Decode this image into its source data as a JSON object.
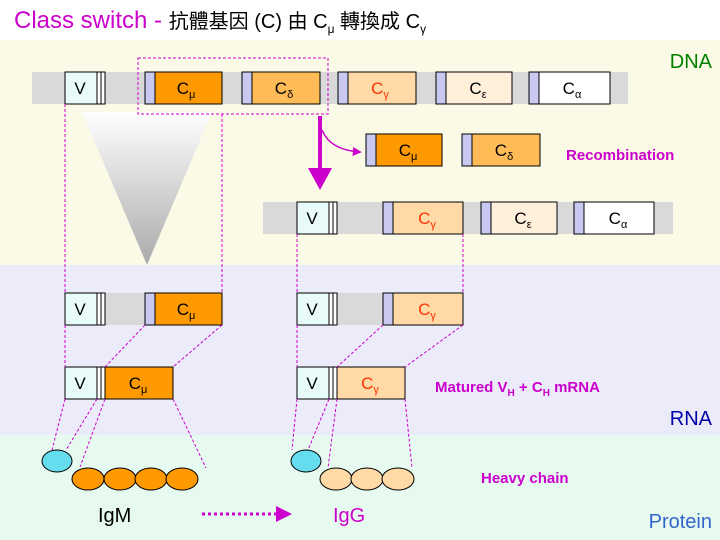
{
  "title": {
    "main": "Class switch - ",
    "cjk": "抗體基因 (C) 由 C",
    "mu": "μ",
    "mid": " 轉換成 C",
    "gamma": "γ"
  },
  "zones": {
    "dna": "DNA",
    "rna": "RNA",
    "protein": "Protein"
  },
  "labels": {
    "recombination": "Recombination",
    "matured_main": "Matured V",
    "matured_h1": "H",
    "matured_plus": " + C",
    "matured_h2": "H",
    "matured_tail": " mRNA",
    "heavy_chain": "Heavy chain",
    "igm": "IgM",
    "igg": "IgG"
  },
  "genes": {
    "v": "V",
    "c": "C",
    "mu": "μ",
    "delta": "δ",
    "gamma": "γ",
    "epsilon": "ε",
    "alpha": "α"
  },
  "colors": {
    "title": "#cc00cc",
    "dna_zone": "#fafae6",
    "rna_zone": "#ebebfa",
    "protein_zone": "#e6faf0",
    "dna_label": "#008000",
    "rna_label": "#0000aa",
    "protein_label": "#3366cc",
    "arrow": "#cc00cc",
    "recomb_text": "#cc00cc",
    "cmu": "#ff9900",
    "cdelta": "#ffbb55",
    "cgamma_light": "#ffd9a6",
    "cother": "#fff0dc",
    "v_box": "#e8fafa",
    "strip": "#d9d9d9",
    "exon_lav": "#c8c8f0",
    "gamma_text": "#ff3300"
  }
}
